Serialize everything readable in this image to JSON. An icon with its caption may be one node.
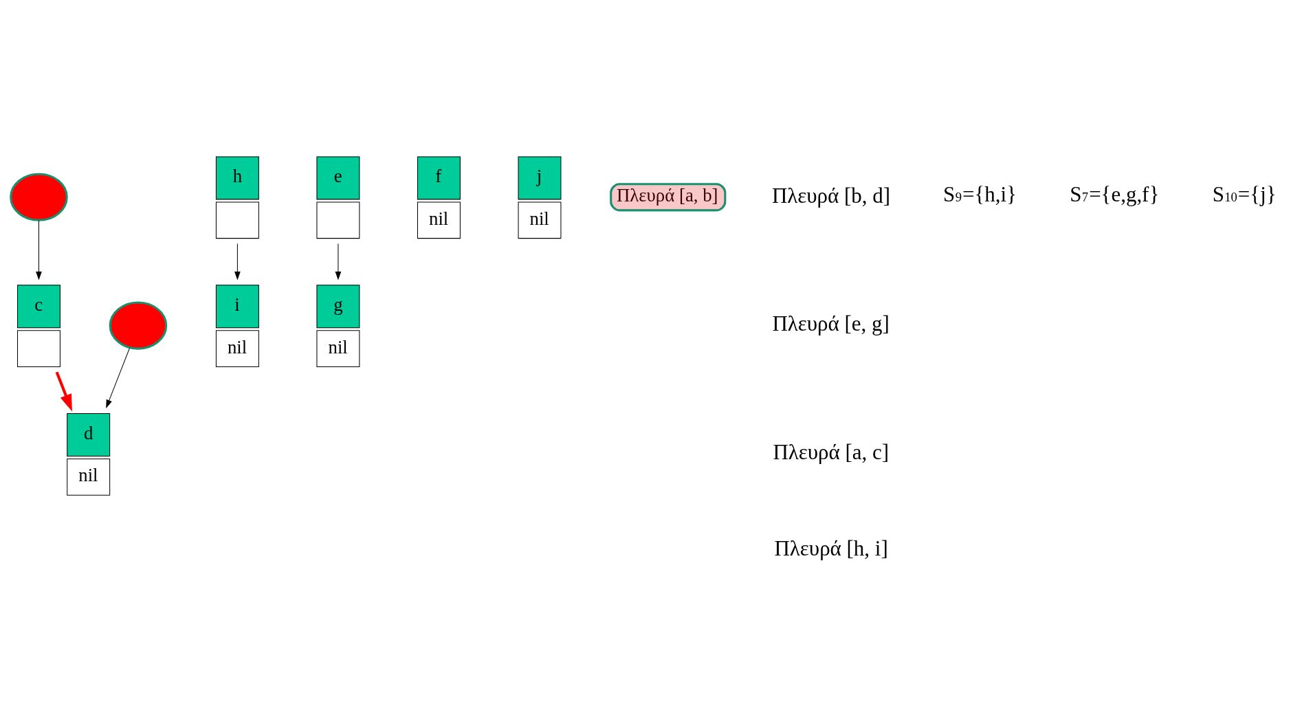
{
  "diagram": {
    "nodes": [
      {
        "text": [],
        "shape": "circle"
      },
      {
        "text": [],
        "shape": "circle"
      },
      {
        "text": [
          "c"
        ]
      },
      {
        "text": [
          "d",
          "nil"
        ]
      },
      {
        "text": [
          "h"
        ]
      },
      {
        "text": [
          "i",
          "nil"
        ]
      },
      {
        "text": [
          "e"
        ]
      },
      {
        "text": [
          "f",
          "nil"
        ]
      },
      {
        "text": [
          "g",
          "nil"
        ]
      },
      {
        "text": [
          "j",
          "nil"
        ]
      },
      {
        "text": [
          "Πλευρά [a, b]"
        ]
      }
    ],
    "edges": [
      {
        "from": 0,
        "to": 2,
        "arrow": "to"
      },
      {
        "from": 1,
        "to": 3,
        "arrow": "to"
      },
      {
        "from": 2,
        "to": 3,
        "arrow": "to",
        "style": "thick",
        "color": "#ff0000"
      },
      {
        "from": 4,
        "to": 5,
        "arrow": "to"
      },
      {
        "from": 6,
        "to": 8,
        "arrow": "to"
      }
    ],
    "labels": [
      "Πλευρά [b, d]",
      "Πλευρά [e, g]",
      "Πλευρά [a, c]",
      "Πλευρά [h, i]",
      "S$_{9}$={h,i}",
      "S$_{7}$={e,g,f}",
      "S$_{10}$={j}"
    ]
  }
}
